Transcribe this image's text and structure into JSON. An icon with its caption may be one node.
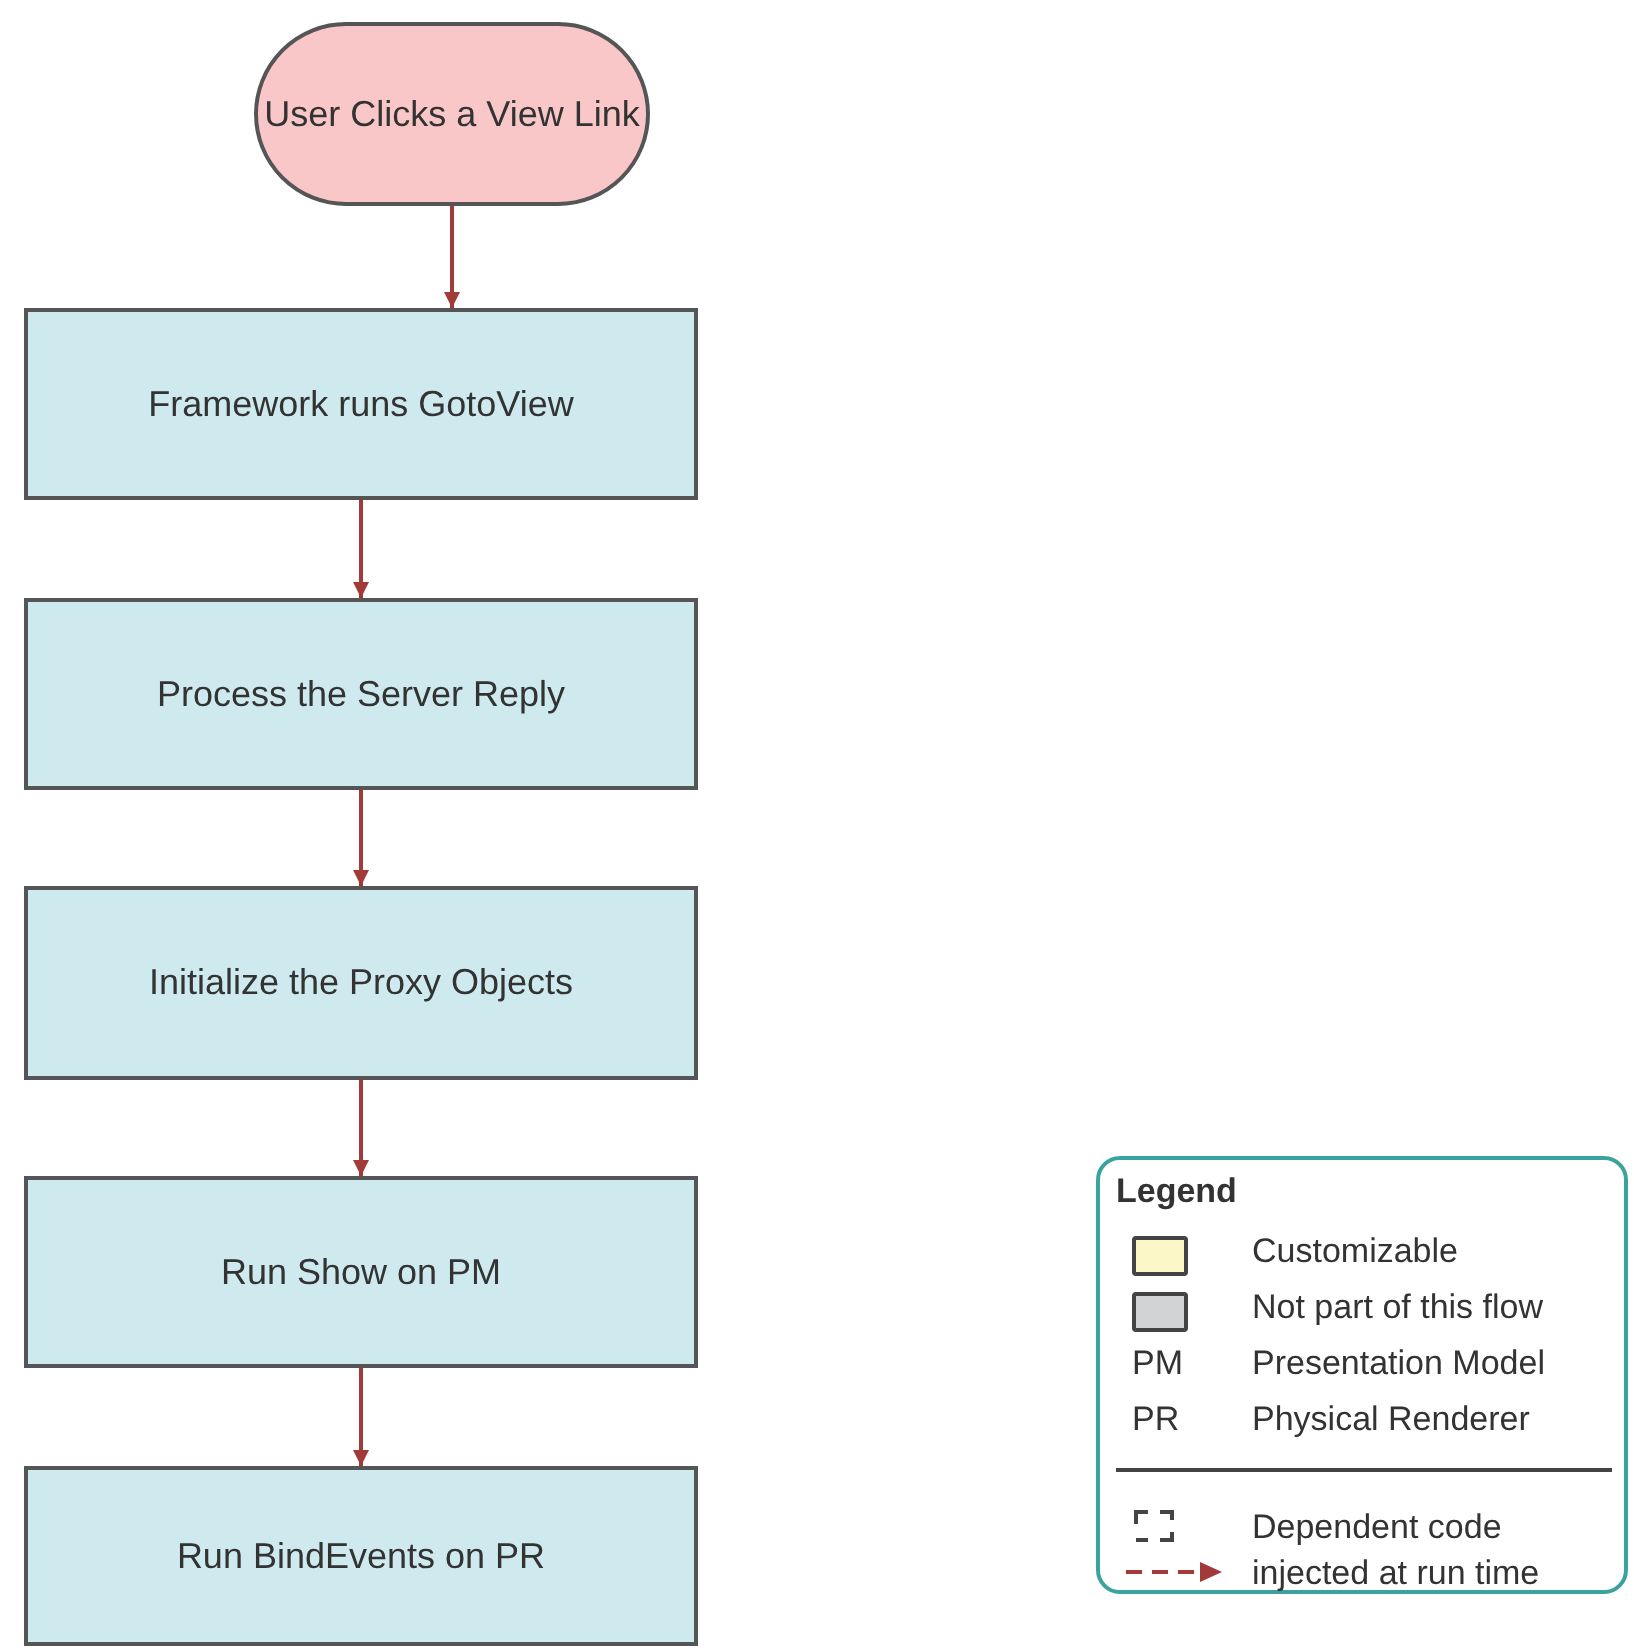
{
  "diagram": {
    "nodes": [
      {
        "text": [
          "User Clicks a View Link"
        ]
      },
      {
        "text": [
          "Framework runs GotoView"
        ]
      },
      {
        "text": [
          "Process the Server Reply"
        ]
      },
      {
        "text": [
          "Initialize the Proxy Objects"
        ]
      },
      {
        "text": [
          "Run Show on PM"
        ]
      },
      {
        "text": [
          "Run BindEvents on PR"
        ]
      }
    ],
    "edges": [
      {
        "from": 0,
        "to": 1,
        "arrow": "to"
      },
      {
        "from": 1,
        "to": 2,
        "arrow": "to"
      },
      {
        "from": 2,
        "to": 3,
        "arrow": "to"
      },
      {
        "from": 3,
        "to": 4,
        "arrow": "to"
      },
      {
        "from": 4,
        "to": 5,
        "arrow": "to"
      }
    ],
    "labels": [
      "Legend",
      "PM",
      "PR"
    ],
    "legend": [
      {
        "text": "Customizable",
        "color": "#fbf7c6"
      },
      {
        "text": "Not part of this flow",
        "color": "#d2d3d5"
      },
      {
        "text": "Presentation Model"
      },
      {
        "text": "Physical Renderer"
      },
      {
        "text": "Dependent code injected at run time"
      }
    ]
  }
}
